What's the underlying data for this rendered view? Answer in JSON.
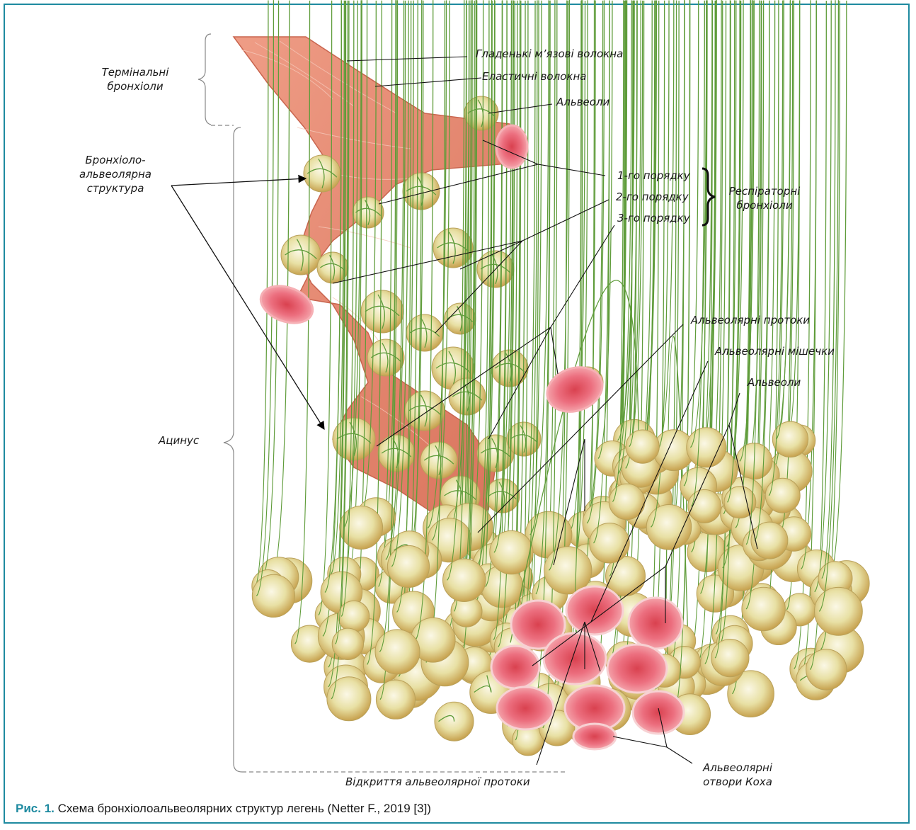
{
  "figure": {
    "labels": {
      "smooth_muscle": "Гладенькі м’язові волокна",
      "elastic": "Еластичні волокна",
      "alveoli_top": "Альвеоли",
      "terminal_1": "Термінальні",
      "terminal_2": "бронхіоли",
      "bronchiolo_1": "Бронхіоло-",
      "bronchiolo_2": "альвеолярна",
      "bronchiolo_3": "структура",
      "order_1": "1-го порядку",
      "order_2": "2-го порядку",
      "order_3": "3-го порядку",
      "respiratory_1": "Респіраторні",
      "respiratory_2": "бронхіоли",
      "ducts": "Альвеолярні протоки",
      "sacs": "Альвеолярні мішечки",
      "alveoli_bottom": "Альвеоли",
      "acinus": "Ацинус",
      "duct_opening": "Відкриття альвеолярної протоки",
      "kohn_1": "Альвеолярні",
      "kohn_2": "отвори Коха"
    },
    "caption_number": "Рис. 1.",
    "caption_text": " Схема бронхіолоальвеолярних структур легень (Netter F., 2019 [3])",
    "colors": {
      "frame": "#1e8aa0",
      "airway": "#e8907a",
      "alveolus": "#e6dfa6",
      "open_alveolus": "#ec6f7f"
    }
  }
}
